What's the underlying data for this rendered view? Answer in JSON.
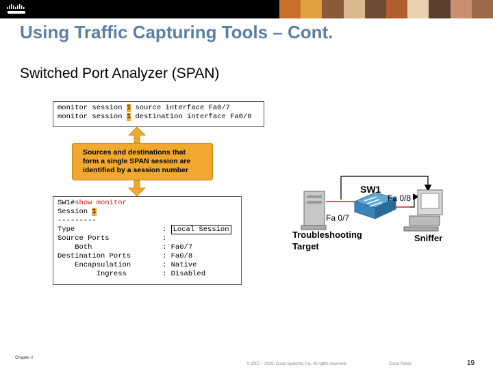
{
  "slide": {
    "title": "Using Traffic Capturing Tools – Cont.",
    "subtitle": "Switched Port Analyzer (SPAN)",
    "chapter": "Chapter #",
    "copyright": "© 2007 – 2016, Cisco Systems, Inc. All rights reserved.",
    "classification": "Cisco Public",
    "page_number": "19"
  },
  "cli_config": {
    "line1": {
      "cmd": "monitor session ",
      "num": "1",
      "rest": " source interface Fa0/7"
    },
    "line2": {
      "cmd": "monitor session ",
      "num": "1",
      "rest": " destination interface Fa0/8"
    }
  },
  "callout": {
    "lines": [
      "Sources and destinations that",
      "form a single SPAN session are",
      "identified by a session number"
    ]
  },
  "cli_show": {
    "prompt": "SW1#",
    "command": "show monitor",
    "session_label": "Session ",
    "session_num": "1",
    "separator": "---------",
    "rows": [
      {
        "label": "Type",
        "value": "Local Session"
      },
      {
        "label": "Source Ports",
        "value": ""
      },
      {
        "label": "    Both",
        "value": "Fa0/7"
      },
      {
        "label": "Destination Ports",
        "value": "Fa0/8"
      },
      {
        "label": "    Encapsulation",
        "value": "Native"
      },
      {
        "label": "         Ingress",
        "value": "Disabled"
      }
    ]
  },
  "diagram": {
    "switch_label": "SW1",
    "port_left": "Fa 0/7",
    "port_right": "Fa 0/8",
    "target_line1": "Troubleshooting",
    "target_line2": "Target",
    "sniffer": "Sniffer"
  },
  "colors": {
    "title": "#5b7fa6",
    "highlight": "#f0a830",
    "red": "#cc2222"
  }
}
